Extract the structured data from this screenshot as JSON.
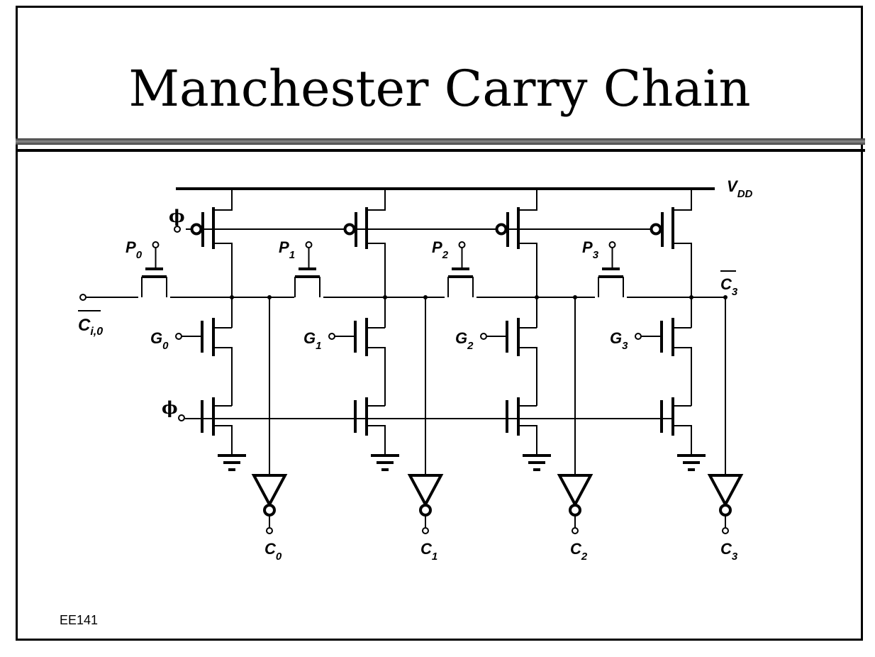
{
  "slide": {
    "title": "Manchester Carry Chain",
    "footer": "EE141"
  },
  "circuit": {
    "supply_label": "V",
    "supply_sub": "DD",
    "clock_symbol": "ϕ",
    "carry_in_label": "C",
    "carry_in_sub": "i,0",
    "carry_out_bar_label": "C",
    "carry_out_bar_sub": "3",
    "propagate": [
      {
        "label": "P",
        "sub": "0"
      },
      {
        "label": "P",
        "sub": "1"
      },
      {
        "label": "P",
        "sub": "2"
      },
      {
        "label": "P",
        "sub": "3"
      }
    ],
    "generate": [
      {
        "label": "G",
        "sub": "0"
      },
      {
        "label": "G",
        "sub": "1"
      },
      {
        "label": "G",
        "sub": "2"
      },
      {
        "label": "G",
        "sub": "3"
      }
    ],
    "outputs": [
      {
        "label": "C",
        "sub": "0"
      },
      {
        "label": "C",
        "sub": "1"
      },
      {
        "label": "C",
        "sub": "2"
      },
      {
        "label": "C",
        "sub": "3"
      }
    ]
  }
}
